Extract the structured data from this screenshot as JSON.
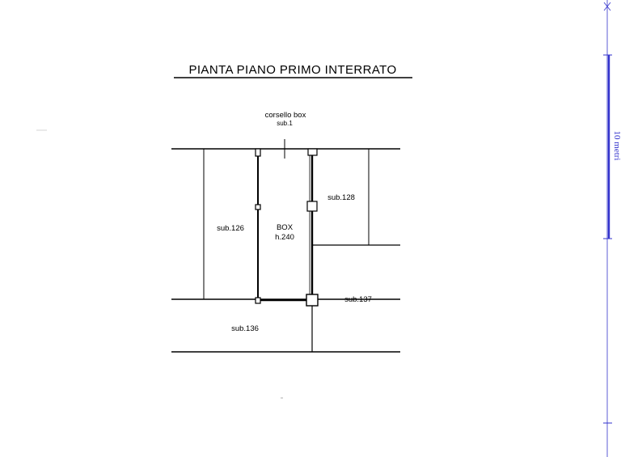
{
  "plan": {
    "title": "PIANTA PIANO PRIMO INTERRATO",
    "corridor_label": "corsello box",
    "corridor_sub": "sub.1",
    "box_label": "BOX",
    "box_height": "h.240",
    "rooms": {
      "left": "sub.126",
      "right_upper": "sub.128",
      "right_lower": "sub.137",
      "bottom": "sub.136"
    }
  },
  "scale": {
    "label": "10 metri",
    "color": "#3333cc"
  },
  "colors": {
    "ink": "#000000",
    "background": "#ffffff"
  }
}
